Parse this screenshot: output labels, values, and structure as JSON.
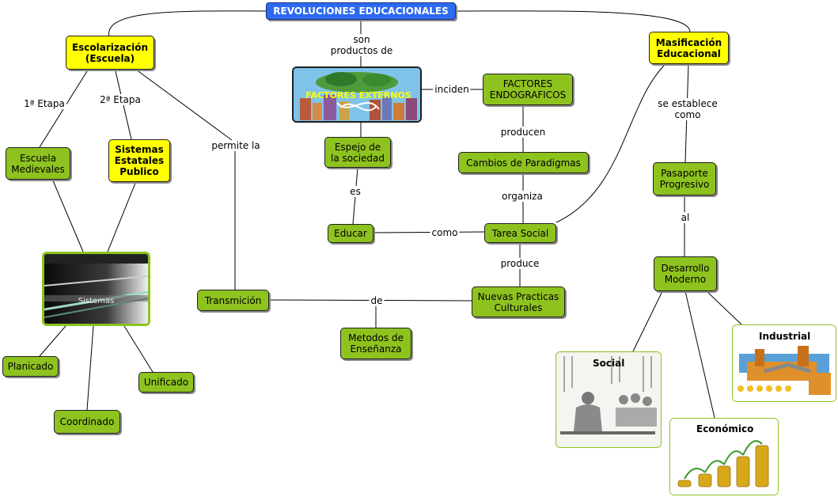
{
  "colors": {
    "node_green": "#8ec21f",
    "node_yellow": "#ffff00",
    "root_blue": "#2d6af2",
    "line": "#000000"
  },
  "nodes": {
    "root": "REVOLUCIONES EDUCACIONALES",
    "escolarizacion": "Escolarización\n(Escuela)",
    "masificacion": "Masificación\nEducacional",
    "escuela_medievales": "Escuela\nMedievales",
    "sistemas_estatales": "Sistemas\nEstatales\nPublico",
    "factores_externos": "FACTORES EXTERNOS",
    "factores_endograficos": "FACTORES\nENDOGRAFICOS",
    "espejo": "Espejo de\nla sociedad",
    "cambios": "Cambios de Paradigmas",
    "pasaporte": "Pasaporte\nProgresivo",
    "educar": "Educar",
    "tarea_social": "Tarea Social",
    "desarrollo": "Desarrollo\nModerno",
    "sistemas_img": "Sistemas",
    "transmision": "Transmición",
    "nuevas_practicas": "Nuevas Practicas\nCulturales",
    "metodos": "Metodos de\nEnseñanza",
    "planicado": "Planicado",
    "unificado": "Unificado",
    "coordinado": "Coordinado",
    "social": "Social",
    "industrial": "Industrial",
    "economico": "Económico"
  },
  "links": {
    "son": "son\nproductos de",
    "etapa1": "1ª Etapa",
    "etapa2": "2ª Etapa",
    "permite": "permite la",
    "inciden": "inciden",
    "producen": "producen",
    "se_establece": "se establece\ncomo",
    "es": "es",
    "organiza": "organiza",
    "como": "como",
    "al": "al",
    "produce": "produce",
    "de": "de"
  }
}
